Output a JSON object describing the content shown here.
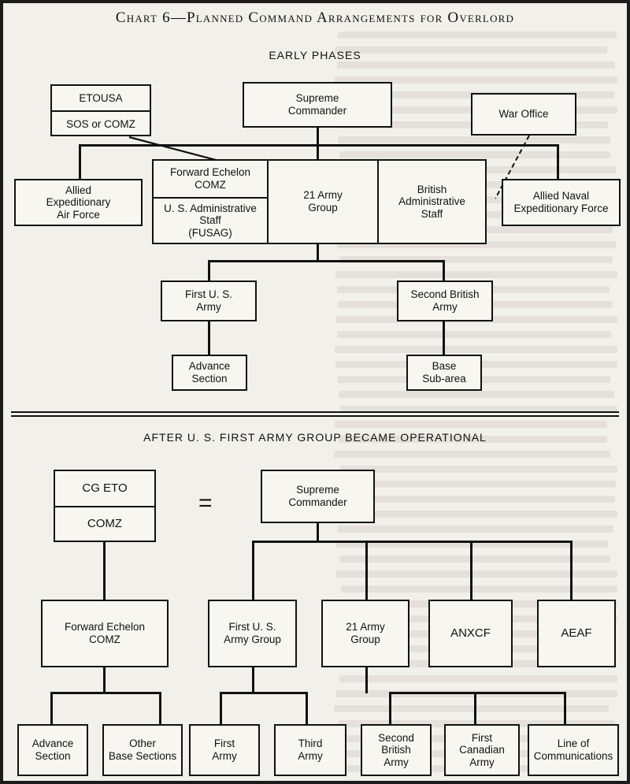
{
  "title": "Chart 6—Planned Command Arrangements for Overlord",
  "early": {
    "heading": "EARLY PHASES",
    "etousa": "ETOUSA",
    "sos_comz": "SOS or COMZ",
    "supreme": "Supreme\nCommander",
    "war_office": "War Office",
    "allied_air": "Allied\nExpeditionary\nAir Force",
    "forward_echelon": "Forward Echelon\nCOMZ",
    "us_admin": "U. S. Administrative\nStaff\n(FUSAG)",
    "army_group_21": "21 Army\nGroup",
    "british_admin": "British\nAdministrative\nStaff",
    "allied_naval": "Allied Naval\nExpeditionary Force",
    "first_us_army": "First U. S.\nArmy",
    "second_british_army": "Second British\nArmy",
    "advance_section": "Advance\nSection",
    "base_subarea": "Base\nSub-area"
  },
  "later": {
    "heading": "AFTER U. S. FIRST ARMY GROUP BECAME OPERATIONAL",
    "cg_eto": "CG ETO",
    "comz": "COMZ",
    "equals": "=",
    "supreme": "Supreme\nCommander",
    "forward_echelon": "Forward Echelon\nCOMZ",
    "first_us_army_group": "First U. S.\nArmy Group",
    "army_group_21": "21 Army\nGroup",
    "anxcf": "ANXCF",
    "aeaf": "AEAF",
    "advance_section": "Advance\nSection",
    "other_base_sections": "Other\nBase Sections",
    "first_army": "First\nArmy",
    "third_army": "Third\nArmy",
    "second_british_army": "Second\nBritish\nArmy",
    "first_canadian_army": "First\nCanadian\nArmy",
    "line_of_communications": "Line of\nCommunications"
  }
}
